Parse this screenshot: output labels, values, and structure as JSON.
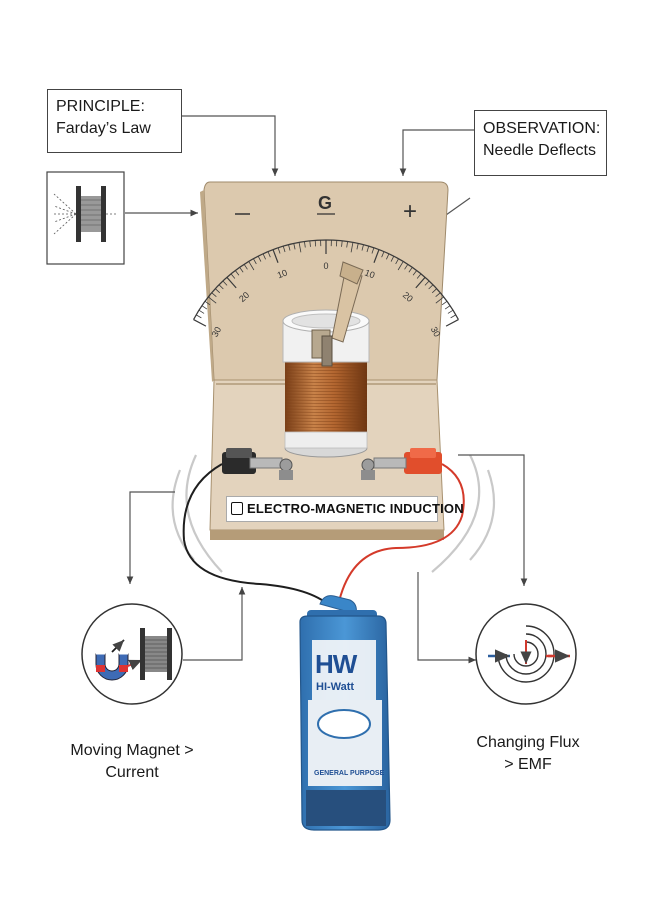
{
  "principle_box": {
    "heading": "PRINCIPLE:",
    "text": "Farday’s Law"
  },
  "observation_box": {
    "heading": "OBSERVATION:",
    "text": "Needle Deflects"
  },
  "galvanometer": {
    "symbol": "G",
    "minus": "−",
    "plus": "+",
    "scale_labels": [
      "30",
      "20",
      "10",
      "0",
      "10",
      "20",
      "30"
    ]
  },
  "board_label": "ELECTRO-MAGNETIC INDUCTION",
  "battery": {
    "brand_initials": "HW",
    "brand_name": "HI-Watt",
    "purpose": "GENERAL PURPOSE"
  },
  "left_caption": {
    "line1": "Moving Magnet >",
    "line2": "Current"
  },
  "right_caption": {
    "line1": "Changing Flux",
    "line2": "> EMF"
  },
  "colors": {
    "board": "#dfcdb4",
    "coil": "#b86a32",
    "battery": "#3b86c9",
    "red_terminal": "#e0502f",
    "black_terminal": "#2a2a2a",
    "arrow_red": "#d23a2f",
    "arrow_blue": "#2d5f9e"
  }
}
